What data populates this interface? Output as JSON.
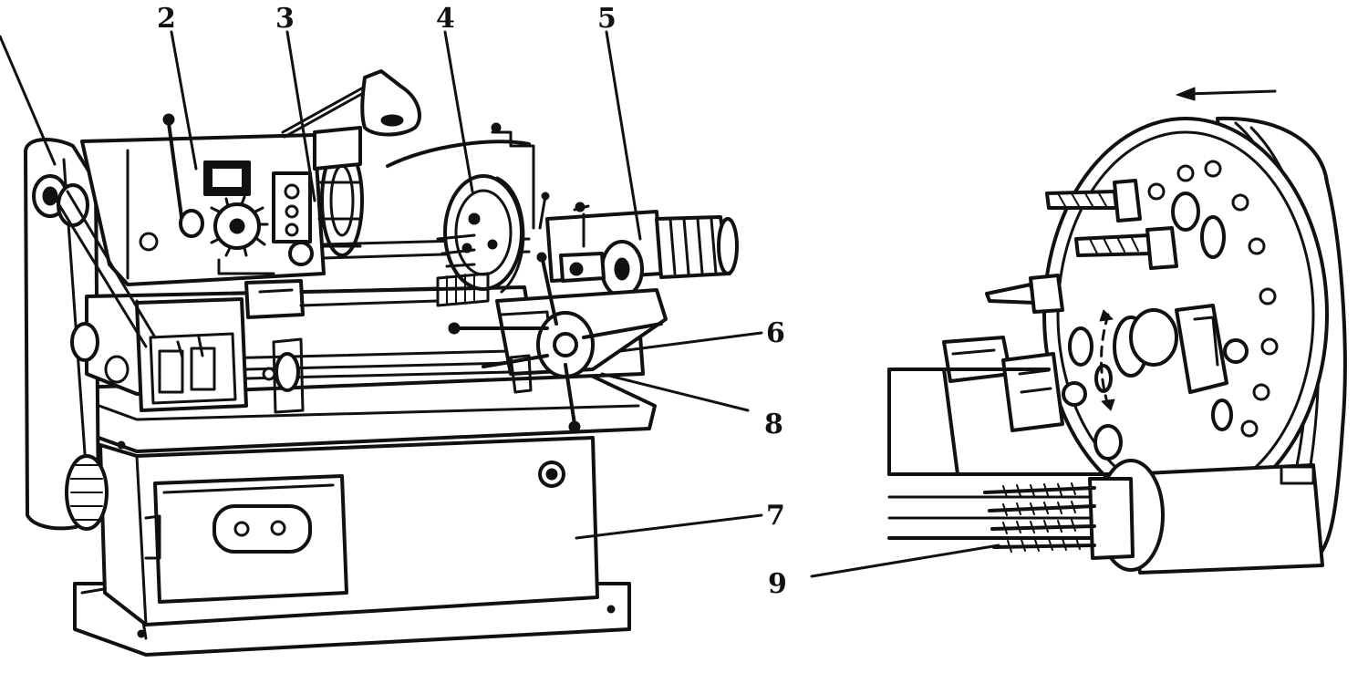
{
  "callouts": {
    "c2": "2",
    "c3": "3",
    "c4": "4",
    "c5": "5",
    "c6": "6",
    "c7": "7",
    "c8": "8",
    "c9": "9"
  },
  "colors": {
    "ink": "#111111",
    "paper": "#ffffff"
  }
}
